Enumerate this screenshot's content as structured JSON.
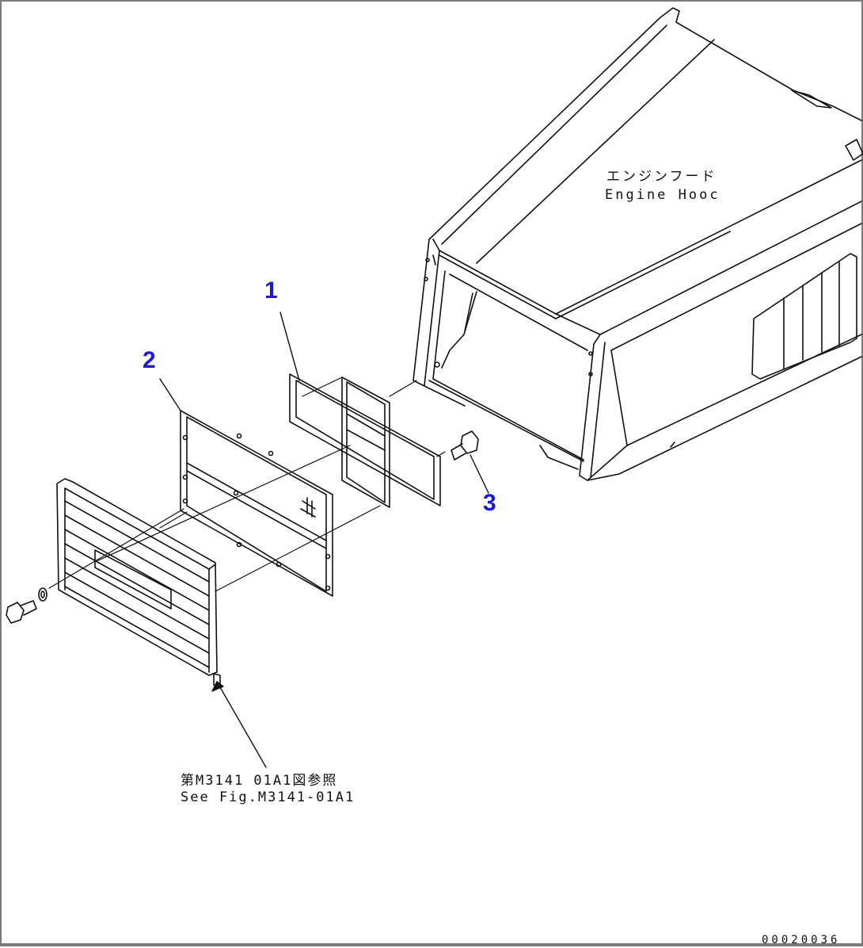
{
  "colors": {
    "callout": "#1a1adb",
    "line": "#111111",
    "frame": "#7a7a7a"
  },
  "labels": {
    "engine_hood_jp": "エンジンフード",
    "engine_hood_en": "Engine Hooc",
    "see_fig_jp": "第M3141 01A1図参照",
    "see_fig_en": "See Fig.M3141-01A1",
    "drawing_code": "00020036"
  },
  "callouts": {
    "c1": "1",
    "c2": "2",
    "c3": "3"
  }
}
